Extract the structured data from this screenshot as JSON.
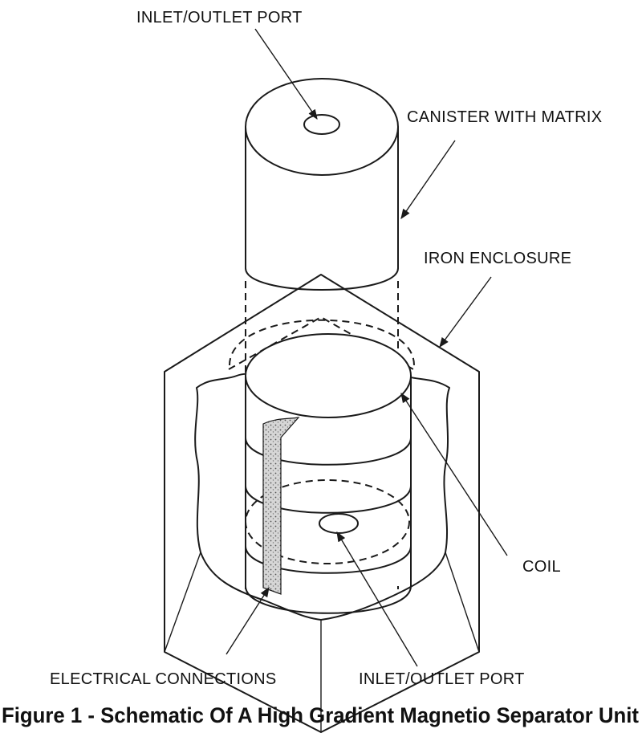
{
  "labels": {
    "inlet_outlet_top": "INLET/OUTLET PORT",
    "canister": "CANISTER WITH MATRIX",
    "iron_enclosure": "IRON ENCLOSURE",
    "coil": "COIL",
    "electrical_connections": "ELECTRICAL CONNECTIONS",
    "inlet_outlet_bottom": "INLET/OUTLET PORT"
  },
  "caption": "Figure 1 - Schematic Of A High Gradient Magnetio Separator Unit",
  "colors": {
    "ink": "#1a1a1a",
    "background": "#ffffff"
  }
}
